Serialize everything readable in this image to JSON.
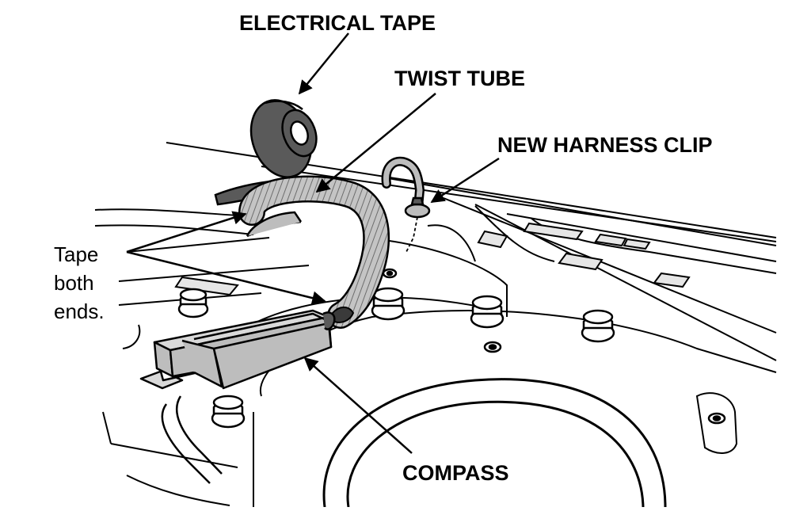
{
  "labels": {
    "electrical_tape": "ELECTRICAL TAPE",
    "twist_tube": "TWIST TUBE",
    "new_harness_clip": "NEW HARNESS CLIP",
    "compass": "COMPASS",
    "tape_note": [
      "Tape",
      "both",
      "ends."
    ]
  },
  "colors": {
    "ink": "#000000",
    "tape_dark": "#5a5a5a",
    "part_gray": "#bdbdbd",
    "light_gray": "#d9d9d9",
    "paper": "#ffffff"
  }
}
